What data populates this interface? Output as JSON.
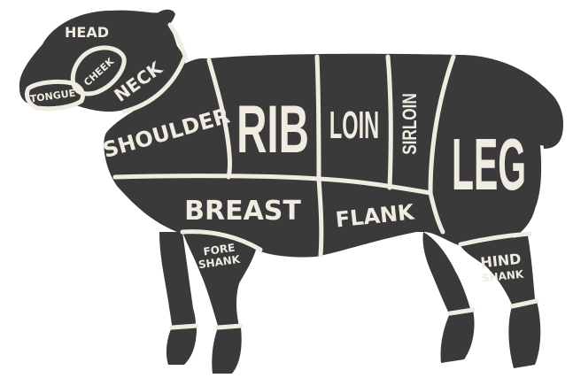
{
  "colors": {
    "body": "#3a3a3a",
    "label": "#f1ece2",
    "divider": "#f1ece2",
    "background": "#ffffff"
  },
  "cuts": {
    "head": "HEAD",
    "cheek": "CHEEK",
    "tongue": "TONGUE",
    "neck": "NECK",
    "shoulder": "SHOULDER",
    "rib": "RIB",
    "loin": "LOIN",
    "sirloin": "SIRLOIN",
    "leg": "LEG",
    "breast": "BREAST",
    "flank": "FLANK",
    "fore_shank_line1": "FORE",
    "fore_shank_line2": "SHANK",
    "hind_shank_line1": "HIND",
    "hind_shank_line2": "SHANK"
  }
}
